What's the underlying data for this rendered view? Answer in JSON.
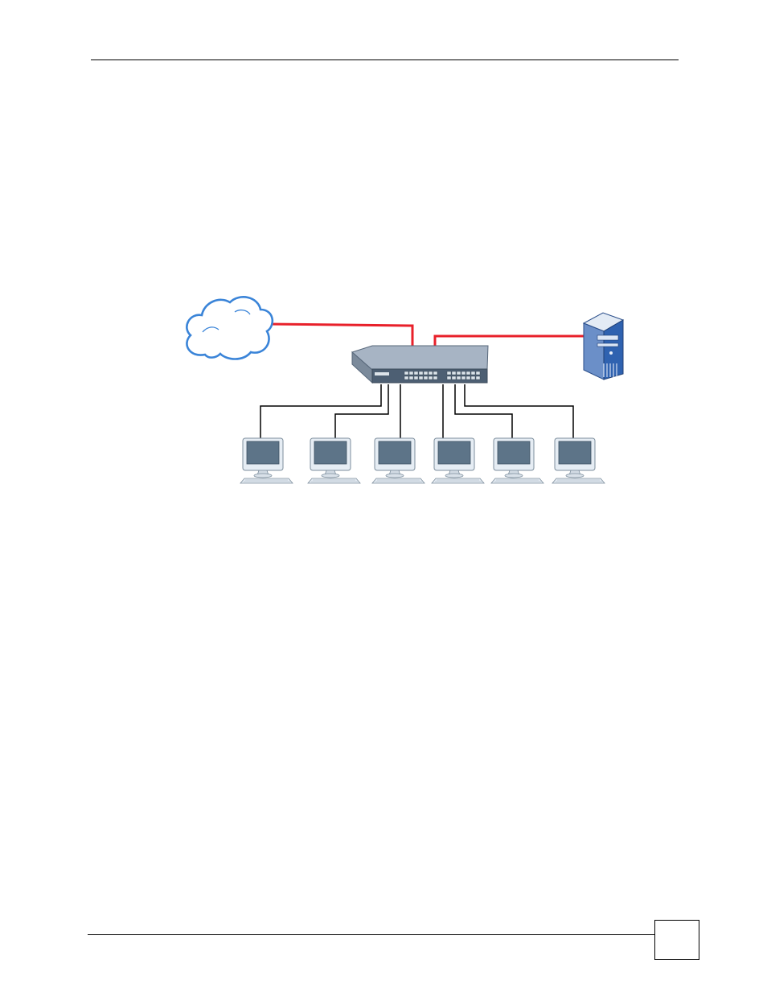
{
  "page": {
    "page_number": ""
  },
  "colors": {
    "uplink": "#e8202a",
    "downlink": "#000000",
    "cloud_stroke": "#3a84d8",
    "switch_top": "#a7b4c4",
    "switch_front": "#4d5f73",
    "server_body": "#2f62b0",
    "monitor_screen": "#5d7488",
    "monitor_frame": "#e6edf4"
  },
  "diagram": {
    "nodes": [
      {
        "id": "cloud",
        "kind": "network",
        "icon": "cloud-icon"
      },
      {
        "id": "switch",
        "kind": "switch",
        "icon": "network-switch-icon"
      },
      {
        "id": "server",
        "kind": "server",
        "icon": "server-tower-icon"
      },
      {
        "id": "pc1",
        "kind": "computer",
        "icon": "computer-icon"
      },
      {
        "id": "pc2",
        "kind": "computer",
        "icon": "computer-icon"
      },
      {
        "id": "pc3",
        "kind": "computer",
        "icon": "computer-icon"
      },
      {
        "id": "pc4",
        "kind": "computer",
        "icon": "computer-icon"
      },
      {
        "id": "pc5",
        "kind": "computer",
        "icon": "computer-icon"
      },
      {
        "id": "pc6",
        "kind": "computer",
        "icon": "computer-icon"
      }
    ],
    "links": [
      {
        "from": "cloud",
        "to": "switch",
        "style": "uplink"
      },
      {
        "from": "switch",
        "to": "server",
        "style": "uplink"
      },
      {
        "from": "switch",
        "to": "pc1",
        "style": "downlink"
      },
      {
        "from": "switch",
        "to": "pc2",
        "style": "downlink"
      },
      {
        "from": "switch",
        "to": "pc3",
        "style": "downlink"
      },
      {
        "from": "switch",
        "to": "pc4",
        "style": "downlink"
      },
      {
        "from": "switch",
        "to": "pc5",
        "style": "downlink"
      },
      {
        "from": "switch",
        "to": "pc6",
        "style": "downlink"
      }
    ]
  }
}
